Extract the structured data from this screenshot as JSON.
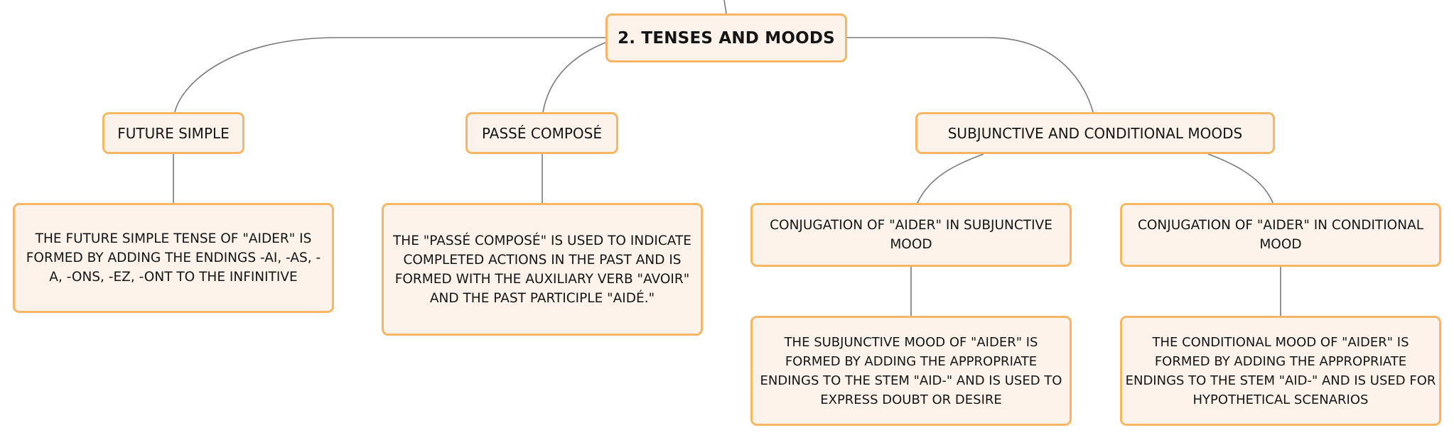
{
  "diagram": {
    "root": {
      "label": "2. TENSES AND MOODS"
    },
    "branches": [
      {
        "label": "FUTURE SIMPLE",
        "children": [
          {
            "label": "THE FUTURE SIMPLE TENSE OF \"AIDER\" IS FORMED BY ADDING THE ENDINGS -AI, -AS, -A, -ONS, -EZ, -ONT TO THE INFINITIVE"
          }
        ]
      },
      {
        "label": "PASSÉ COMPOSÉ",
        "children": [
          {
            "label": "THE \"PASSÉ COMPOSÉ\" IS USED TO INDICATE COMPLETED ACTIONS IN THE PAST AND IS FORMED WITH THE AUXILIARY VERB \"AVOIR\" AND THE PAST PARTICIPLE \"AIDÉ.\""
          }
        ]
      },
      {
        "label": "SUBJUNCTIVE AND CONDITIONAL MOODS",
        "children": [
          {
            "label": "CONJUGATION OF \"AIDER\" IN SUBJUNCTIVE MOOD",
            "children": [
              {
                "label": "THE SUBJUNCTIVE MOOD OF \"AIDER\" IS FORMED BY ADDING THE APPROPRIATE ENDINGS TO THE STEM \"AID-\" AND IS USED TO EXPRESS DOUBT OR DESIRE"
              }
            ]
          },
          {
            "label": "CONJUGATION OF \"AIDER\" IN CONDITIONAL MOOD",
            "children": [
              {
                "label": "THE CONDITIONAL MOOD OF \"AIDER\" IS FORMED BY ADDING THE APPROPRIATE ENDINGS TO THE STEM \"AID-\" AND IS USED FOR HYPOTHETICAL SCENARIOS"
              }
            ]
          }
        ]
      }
    ],
    "colors": {
      "node_fill": "#fdf3ea",
      "node_border": "#f6b664",
      "connector": "#7a7a7a",
      "text": "#151515"
    }
  }
}
